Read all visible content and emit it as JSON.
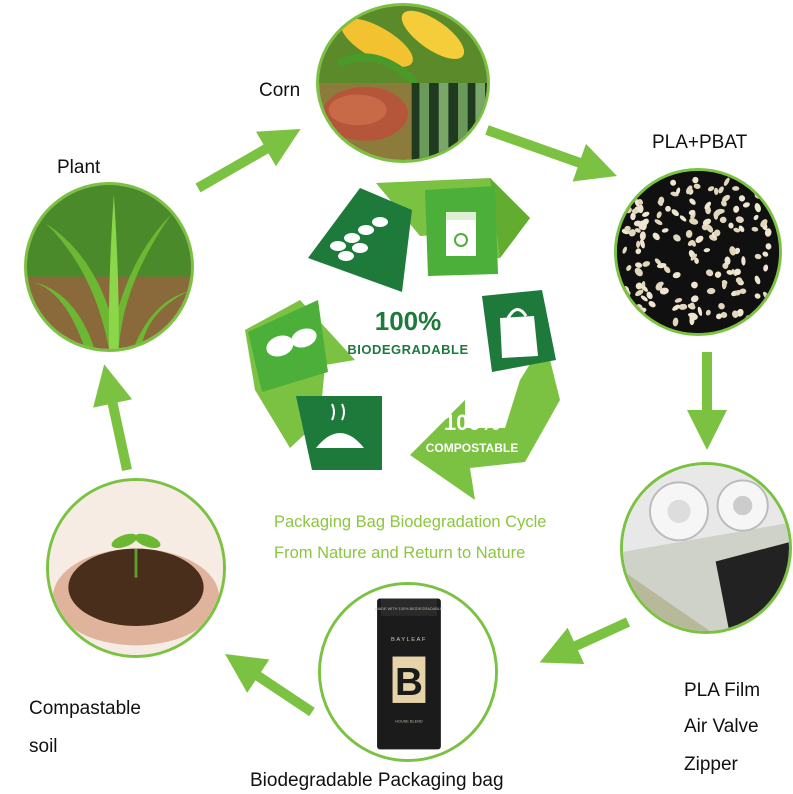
{
  "colors": {
    "accent_green": "#7cc242",
    "dark_green": "#1e7a3a",
    "mid_green": "#4caf3a",
    "caption_green": "#8cc63f"
  },
  "stages": {
    "corn": "Corn",
    "pla_pbat": "PLA+PBAT",
    "plant": "Plant",
    "pla_film": "PLA Film",
    "air_valve": "Air Valve",
    "zipper": "Zipper",
    "soil_line1": "Compastable",
    "soil_line2": "soil",
    "bag": "Biodegradable Packaging bag"
  },
  "center": {
    "pct1": "100%",
    "biodegradable": "BIODEGRADABLE",
    "pct2": "100%",
    "compostable": "COMPOSTABLE",
    "caption_line1": "Packaging Bag Biodegradation Cycle",
    "caption_line2": "From Nature and Return to Nature"
  },
  "bag_brand": {
    "top": "MADE WITH 100% BIODEGRADABLE",
    "brand": "BAYLEAF",
    "letter": "B",
    "bottom": "HOUSE BLEND"
  },
  "icons": [
    "corn-photo",
    "pellets-photo",
    "valve-film-photo",
    "bag-photo",
    "soil-seedling-photo",
    "plant-photo",
    "pellet-icon",
    "paper-bag-icon",
    "shopping-bag-icon",
    "compost-pile-icon",
    "granules-icon",
    "cycle-arrow-icon"
  ]
}
